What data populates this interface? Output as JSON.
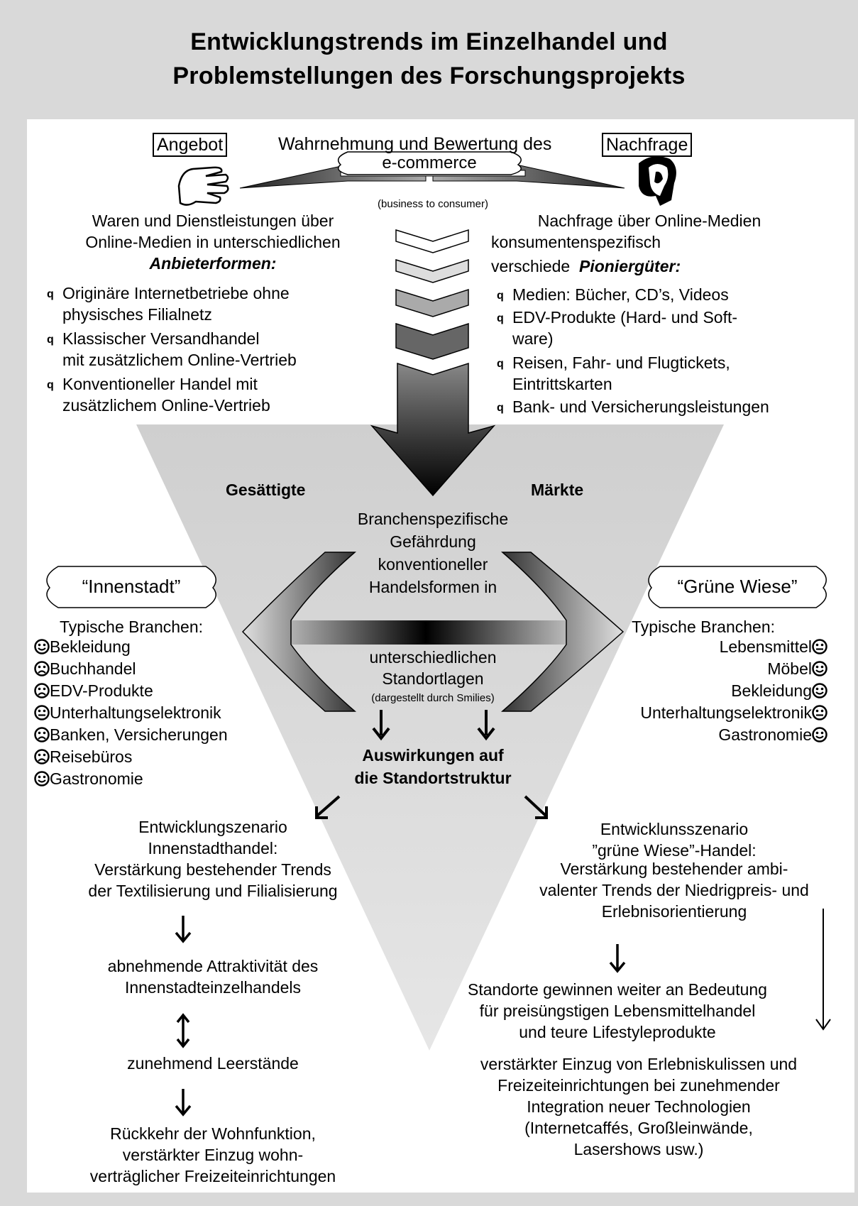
{
  "title": {
    "line1": "Entwicklungstrends im Einzelhandel und",
    "line2": "Problemstellungen des Forschungsprojekts"
  },
  "top": {
    "angebot": "Angebot",
    "center_heading": "Wahrnehmung und Bewertung des",
    "nachfrage": "Nachfrage",
    "ecommerce": "e-commerce",
    "b2c": "(business to consumer)"
  },
  "left_block": {
    "line1": "Waren und Dienstleistungen über",
    "line2": "Online-Medien in unterschiedlichen",
    "heading": "Anbieterformen:",
    "bullet_glyph": "q",
    "items": [
      {
        "l1": "Originäre Internetbetriebe ohne",
        "l2": "physisches Filialnetz"
      },
      {
        "l1": "Klassischer Versandhandel",
        "l2": "mit zusätzlichem Online-Vertrieb"
      },
      {
        "l1": "Konventioneller Handel mit",
        "l2": "zusätzlichem Online-Vertrieb"
      }
    ]
  },
  "right_block": {
    "line1": "Nachfrage über Online-Medien",
    "line2": "konsumentenspezifisch",
    "line3": "verschiede",
    "heading": "Pioniergüter:",
    "bullet_glyph": "q",
    "items": [
      {
        "l1": "Medien: Bücher, CD’s, Videos",
        "l2": ""
      },
      {
        "l1": "EDV-Produkte (Hard- und Soft-",
        "l2": "ware)"
      },
      {
        "l1": "Reisen, Fahr- und Flugtickets,",
        "l2": "Eintrittskarten"
      },
      {
        "l1": "Bank- und Versicherungsleistungen",
        "l2": ""
      }
    ]
  },
  "markets": {
    "left": "Gesättigte",
    "right": "Märkte"
  },
  "center": {
    "l1": "Branchenspezifische",
    "l2": "Gefährdung",
    "l3": "konventioneller",
    "l4": "Handelsformen in",
    "l5": "unterschiedlichen",
    "l6": "Standortlagen",
    "l7": "(dargestellt durch Smilies)",
    "effects1": "Auswirkungen auf",
    "effects2": "die Standortstruktur"
  },
  "innenstadt": {
    "label": "“Innenstadt”",
    "heading": "Typische Branchen:",
    "items": [
      {
        "text": "Bekleidung",
        "mood": "happy"
      },
      {
        "text": "Buchhandel",
        "mood": "sad"
      },
      {
        "text": "EDV-Produkte",
        "mood": "sad"
      },
      {
        "text": "Unterhaltungselektronik",
        "mood": "neutral"
      },
      {
        "text": "Banken, Versicherungen",
        "mood": "sad"
      },
      {
        "text": "Reisebüros",
        "mood": "sad"
      },
      {
        "text": "Gastronomie",
        "mood": "happy"
      }
    ]
  },
  "gruene_wiese": {
    "label": "“Grüne Wiese”",
    "heading": "Typische Branchen:",
    "items": [
      {
        "text": "Lebensmittel",
        "mood": "neutral"
      },
      {
        "text": "Möbel",
        "mood": "happy"
      },
      {
        "text": "Bekleidung",
        "mood": "happy"
      },
      {
        "text": "Unterhaltungselektronik",
        "mood": "neutral"
      },
      {
        "text": "Gastronomie",
        "mood": "happy"
      }
    ]
  },
  "left_scenario": {
    "l1": "Entwicklungszenario",
    "l2": "Innenstadthandel:",
    "l3": "Verstärkung bestehender Trends",
    "l4": "der Textilisierung und Filialisierung",
    "s1a": "abnehmende Attraktivität des",
    "s1b": "Innenstadteinzelhandels",
    "s2": "zunehmend Leerstände",
    "s3a": "Rückkehr der Wohnfunktion,",
    "s3b": "verstärkter Einzug wohn-",
    "s3c": "verträglicher Freizeiteinrichtungen"
  },
  "right_scenario": {
    "l1": "Entwicklunsszenario",
    "l2": "”grüne Wiese”-Handel:",
    "l3": "Verstärkung bestehender ambi-",
    "l4": "valenter Trends der Niedrigpreis- und",
    "l5": "Erlebnisorientierung",
    "s1a": "Standorte gewinnen weiter an Bedeutung",
    "s1b": "für preisüngstigen Lebensmittelhandel",
    "s1c": "und teure Lifestyleprodukte",
    "s2a": "verstärkter Einzug von Erlebniskulissen und",
    "s2b": "Freizeiteinrichtungen bei zunehmender",
    "s2c": "Integration neuer Technologien",
    "s2d": "(Internetcaffés, Großleinwände,",
    "s2e": "Lasershows usw.)"
  }
}
